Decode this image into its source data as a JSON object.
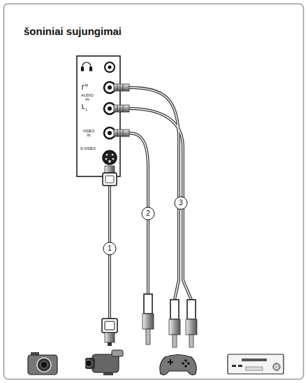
{
  "diagram": {
    "title": "šoniniai sujungimai",
    "labels": [
      "R",
      "AUDIO IN",
      "L",
      "VIDEO IN",
      "S-VIDEO",
      "1",
      "2",
      "3"
    ]
  }
}
